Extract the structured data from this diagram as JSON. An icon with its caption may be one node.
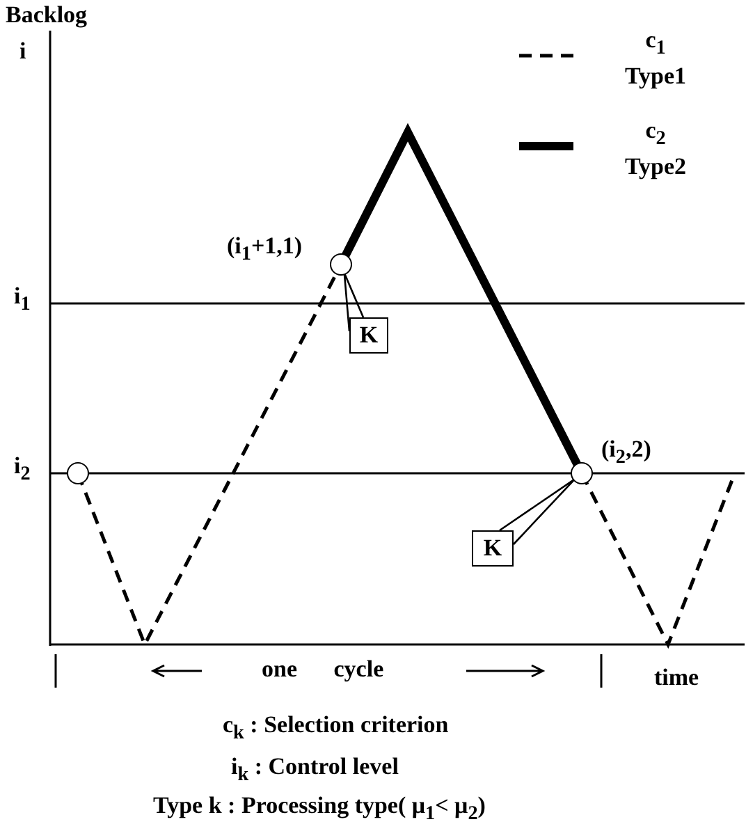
{
  "diagram": {
    "nodes": [
      {
        "text": [],
        "shape": "circle"
      },
      {
        "text": [],
        "shape": "circle",
        "beside": [
          "(i$_{1}$+1,1)"
        ]
      },
      {
        "text": [
          "K"
        ]
      },
      {
        "text": [],
        "shape": "circle",
        "beside": [
          "(i$_{2}$,2)"
        ]
      },
      {
        "text": [
          "K"
        ]
      }
    ],
    "edges": [
      {
        "from": 2,
        "to": 1,
        "arrow": "none"
      },
      {
        "from": 4,
        "to": 3,
        "arrow": "none"
      }
    ],
    "labels": [
      "Backlog",
      "i",
      "i$_{1}$",
      "i$_{2}$",
      "one cycle",
      "time",
      "c$_{k}$ : Selection criterion",
      "i$_{k}$ : Control level",
      "Type k : Processing type( μ$_{1}$< μ$_{2}$)"
    ],
    "legend": [
      {
        "text": "c$_{1}$ Type1"
      },
      {
        "text": "c$_{2}$ Type2"
      }
    ]
  }
}
